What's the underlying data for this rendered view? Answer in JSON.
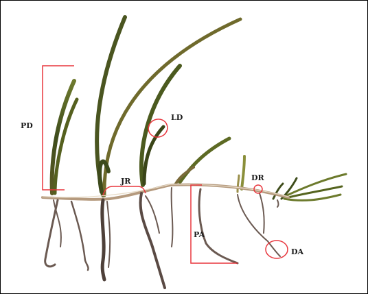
{
  "labels": {
    "pd": "PD",
    "ld": "LD",
    "jr": "JR",
    "dr": "DR",
    "pa": "PA",
    "da": "DA"
  },
  "colors": {
    "annotation": "#e8363d",
    "leaf_dark": "#3d4a1c",
    "leaf_light": "#8a8f3a",
    "stem": "#b59a7e",
    "root": "#6b5a52"
  }
}
